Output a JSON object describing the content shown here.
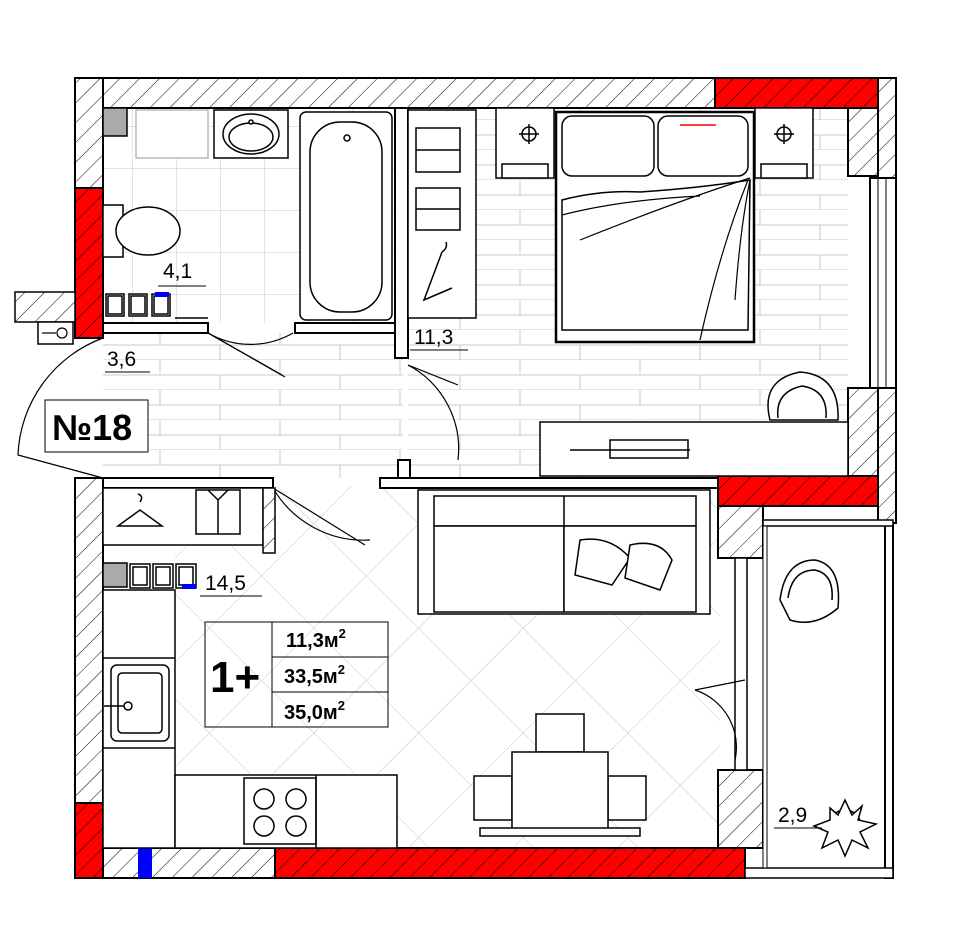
{
  "apartment": {
    "number_label": "№18",
    "type_label": "1+",
    "areas": [
      {
        "value": "11,3м",
        "sup": "2"
      },
      {
        "value": "33,5м",
        "sup": "2"
      },
      {
        "value": "35,0м",
        "sup": "2"
      }
    ]
  },
  "rooms": {
    "bathroom": "4,1",
    "hallway": "3,6",
    "bedroom": "11,3",
    "kitchen_living": "14,5",
    "balcony": "2,9"
  },
  "colors": {
    "wall_outline": "#000000",
    "exterior_accent": "#ff0000",
    "marker_blue": "#0000ff",
    "vent_gray": "#aaaaaa",
    "floor_lines": "#c8c8c8"
  }
}
